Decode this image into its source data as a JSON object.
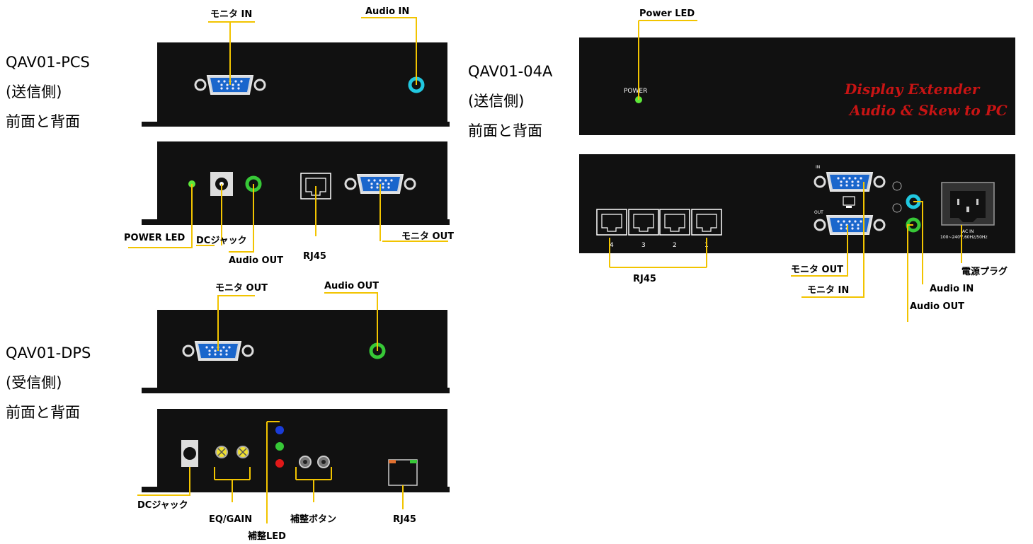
{
  "colors": {
    "device_body": "#111111",
    "leader_line": "#f2c400",
    "vga_blue": "#1a66cc",
    "audio_in_cyan": "#21c8e0",
    "audio_out_green": "#37c837",
    "led_green": "#5ee83a",
    "led_red": "#e01818",
    "led_blue": "#1a3cd8",
    "brand_red": "#c81414"
  },
  "devices": {
    "pcs": {
      "model": "QAV01-PCS",
      "role": "(送信側)",
      "view": "前面と背面",
      "front_labels": {
        "monitor_in": "モニタ IN",
        "audio_in": "Audio IN"
      },
      "rear_labels": {
        "power_led": "POWER LED",
        "dc_jack": "DCジャック",
        "audio_out": "Audio OUT",
        "rj45": "RJ45",
        "monitor_out": "モニタ OUT"
      }
    },
    "dps": {
      "model": "QAV01-DPS",
      "role": "(受信側)",
      "view": "前面と背面",
      "front_labels": {
        "monitor_out": "モニタ OUT",
        "audio_out": "Audio OUT"
      },
      "rear_labels": {
        "dc_jack": "DCジャック",
        "eq_gain": "EQ/GAIN",
        "correction_led": "補整LED",
        "correction_button": "補整ボタン",
        "rj45": "RJ45"
      }
    },
    "a04": {
      "model": "QAV01-04A",
      "role": "(送信側)",
      "view": "前面と背面",
      "front_labels": {
        "power_led": "Power LED",
        "panel_power": "POWER",
        "brand_line1": "Display Extender",
        "brand_line2": "Audio & Skew to PC"
      },
      "rear_labels": {
        "rj45": "RJ45",
        "monitor_out": "モニタ OUT",
        "monitor_in": "モニタ IN",
        "audio_in": "Audio IN",
        "audio_out": "Audio OUT",
        "power_plug": "電源プラグ",
        "panel_in": "IN",
        "panel_out": "OUT",
        "port_numbers": [
          "4",
          "3",
          "2",
          "1"
        ],
        "ac_rating_line1": "AC IN",
        "ac_rating_line2": "100~240V,60Hz/50Hz"
      }
    }
  }
}
